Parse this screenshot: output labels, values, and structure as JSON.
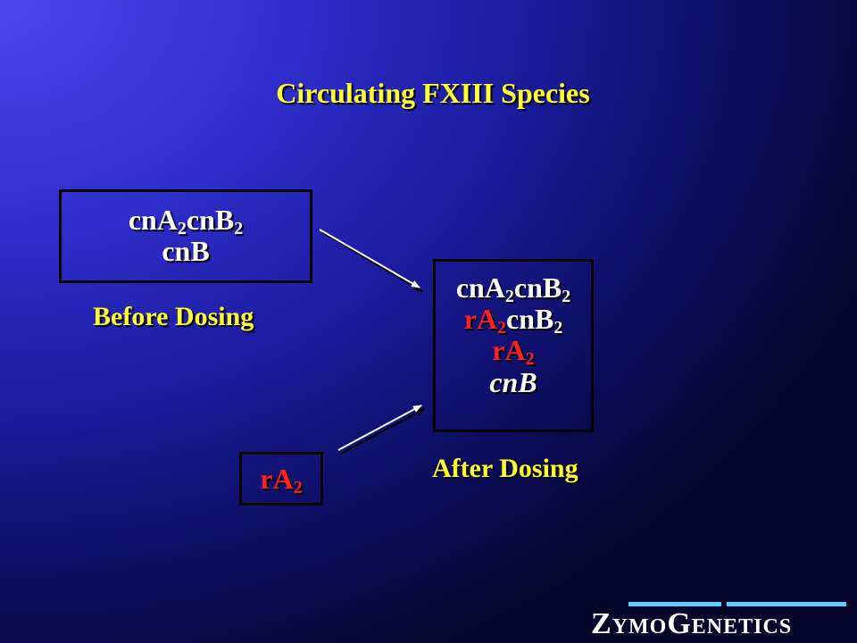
{
  "title": "Circulating FXIII Species",
  "before": {
    "lines": [
      {
        "a": "cnA",
        "sub_a": "2",
        "b": "cnB",
        "sub_b": "2"
      },
      {
        "text": "cnB"
      }
    ],
    "caption": "Before Dosing"
  },
  "after": {
    "lines": [
      {
        "a": "cnA",
        "sub_a": "2",
        "b": "cnB",
        "sub_b": "2"
      },
      {
        "a": "rA",
        "sub_a": "2",
        "b": "cnB",
        "sub_b": "2"
      },
      {
        "a": "rA",
        "sub_a": "2"
      },
      {
        "text": "cnB"
      }
    ],
    "caption": "After Dosing"
  },
  "dose": {
    "a": "rA",
    "sub_a": "2"
  },
  "logo": {
    "z": "Z",
    "ymo": "YMO",
    "g": "G",
    "enetics": "ENETICS"
  },
  "colors": {
    "title": "#ffff33",
    "caption": "#ffff33",
    "species_white": "#ffffff",
    "species_red": "#ff2020",
    "logo_accent": "#5ad0ff"
  }
}
